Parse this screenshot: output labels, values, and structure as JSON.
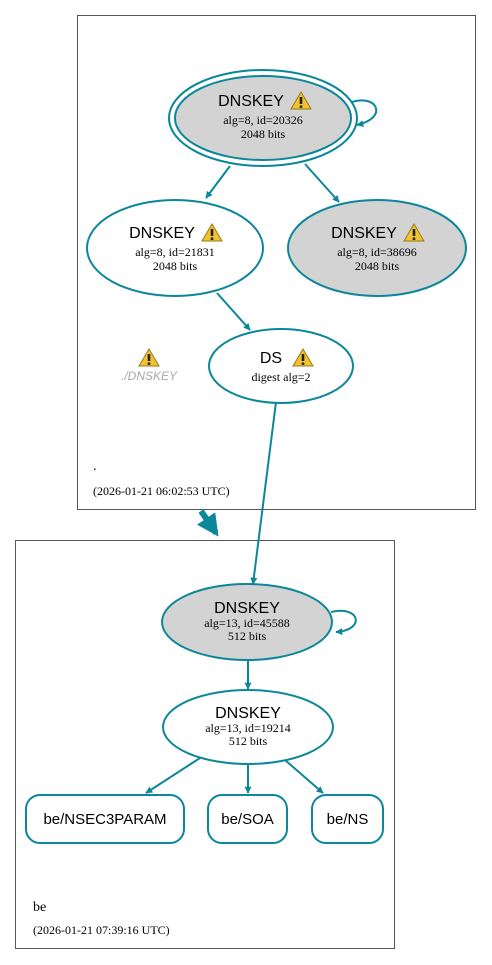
{
  "colors": {
    "edge": "#0a879a",
    "node_fill_gray": "#d3d3d3",
    "cluster_border": "#555555",
    "warning_fill": "#f2c230",
    "muted_text": "#a8a8a8"
  },
  "zone_root": {
    "name": ".",
    "timestamp": "(2026-01-21 06:02:53 UTC)",
    "ksk": {
      "title": "DNSKEY",
      "line1": "alg=8, id=20326",
      "line2": "2048 bits"
    },
    "zsk_a": {
      "title": "DNSKEY",
      "line1": "alg=8, id=21831",
      "line2": "2048 bits"
    },
    "zsk_b": {
      "title": "DNSKEY",
      "line1": "alg=8, id=38696",
      "line2": "2048 bits"
    },
    "ds": {
      "title": "DS",
      "line1": "digest alg=2"
    },
    "orphan_label": "./DNSKEY"
  },
  "zone_be": {
    "name": "be",
    "timestamp": "(2026-01-21 07:39:16 UTC)",
    "ksk": {
      "title": "DNSKEY",
      "line1": "alg=13, id=45588",
      "line2": "512 bits"
    },
    "zsk": {
      "title": "DNSKEY",
      "line1": "alg=13, id=19214",
      "line2": "512 bits"
    },
    "rrsets": {
      "nsec3param": "be/NSEC3PARAM",
      "soa": "be/SOA",
      "ns": "be/NS"
    }
  }
}
